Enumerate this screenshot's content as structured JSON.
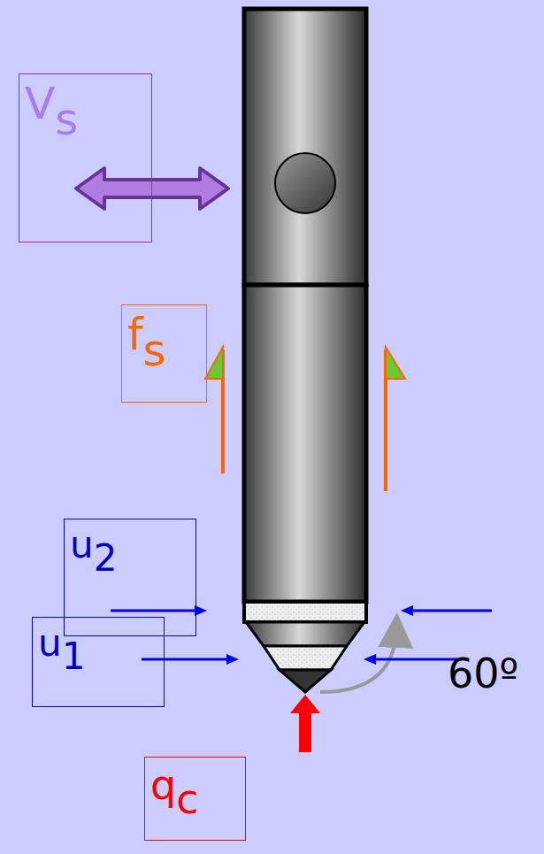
{
  "diagram": {
    "nodes": [
      {
        "text": [
          "V",
          "s"
        ]
      },
      {
        "text": [
          "f",
          "s"
        ]
      },
      {
        "text": [
          "u",
          "2"
        ]
      },
      {
        "text": [
          "u",
          "1"
        ]
      },
      {
        "text": [
          "q",
          "c"
        ]
      }
    ],
    "labels": [
      "60º"
    ]
  }
}
